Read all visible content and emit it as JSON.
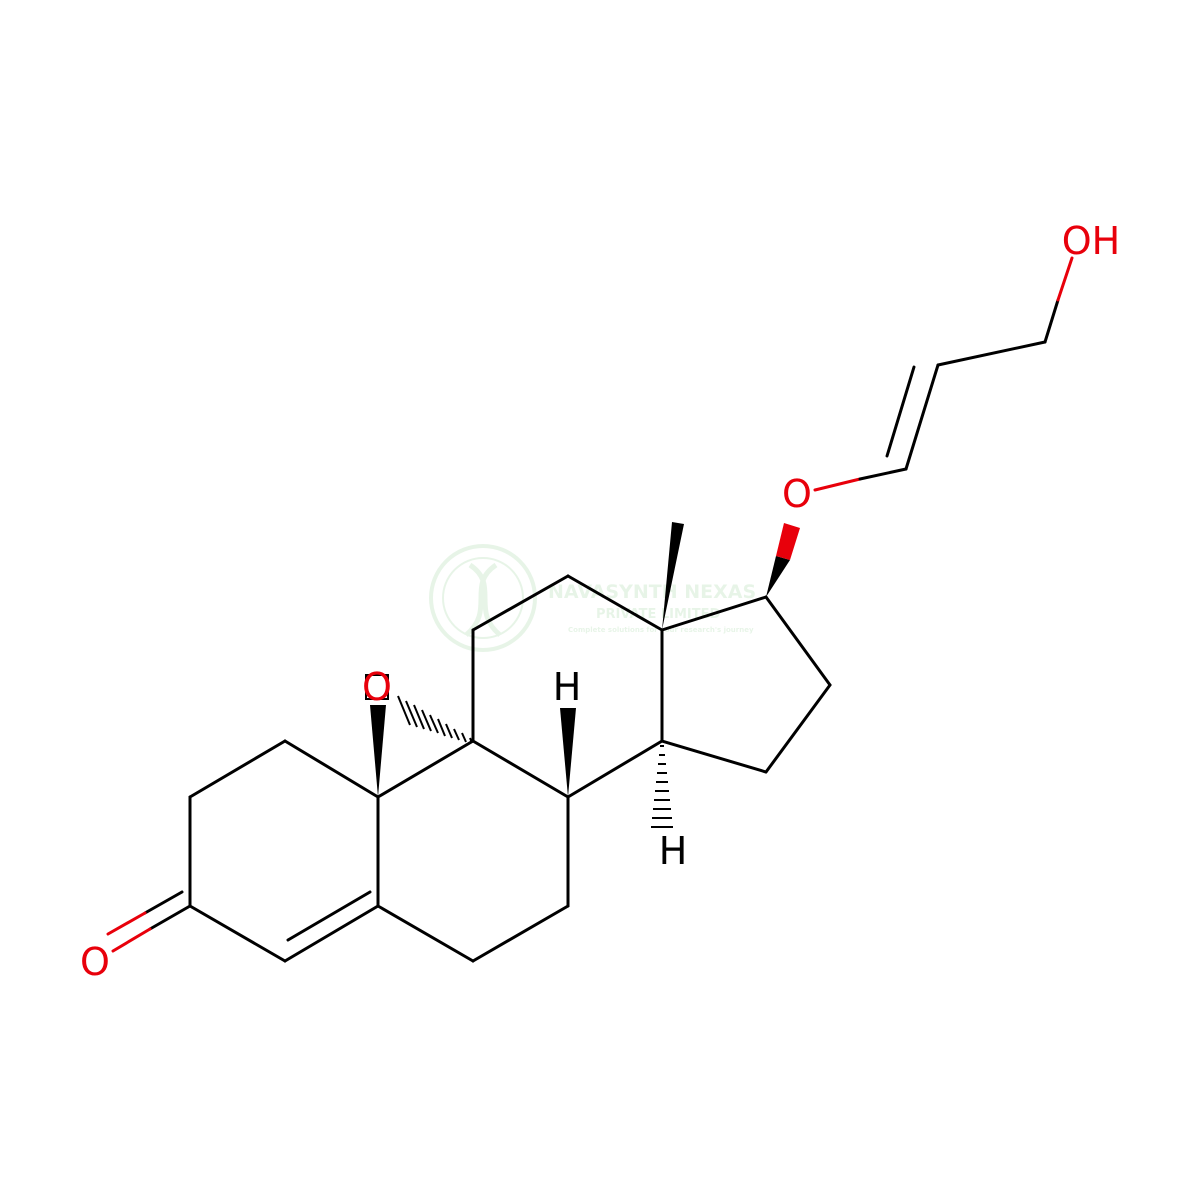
{
  "labels": {
    "ketone_oxygen": "O",
    "ether_oxygen": "O",
    "hydroxyl": "OH",
    "overlap_label": "O",
    "h_c8": "H",
    "h_c14": "H"
  },
  "colors": {
    "bond": "#000000",
    "heteroatom": "#e8000b",
    "watermark": "#4caf50"
  },
  "watermark": {
    "line1": "NAVASYNTH NEXAS",
    "line2": "PRIVATE LIMITED",
    "line3": "Complete solutions for your research's journey"
  }
}
